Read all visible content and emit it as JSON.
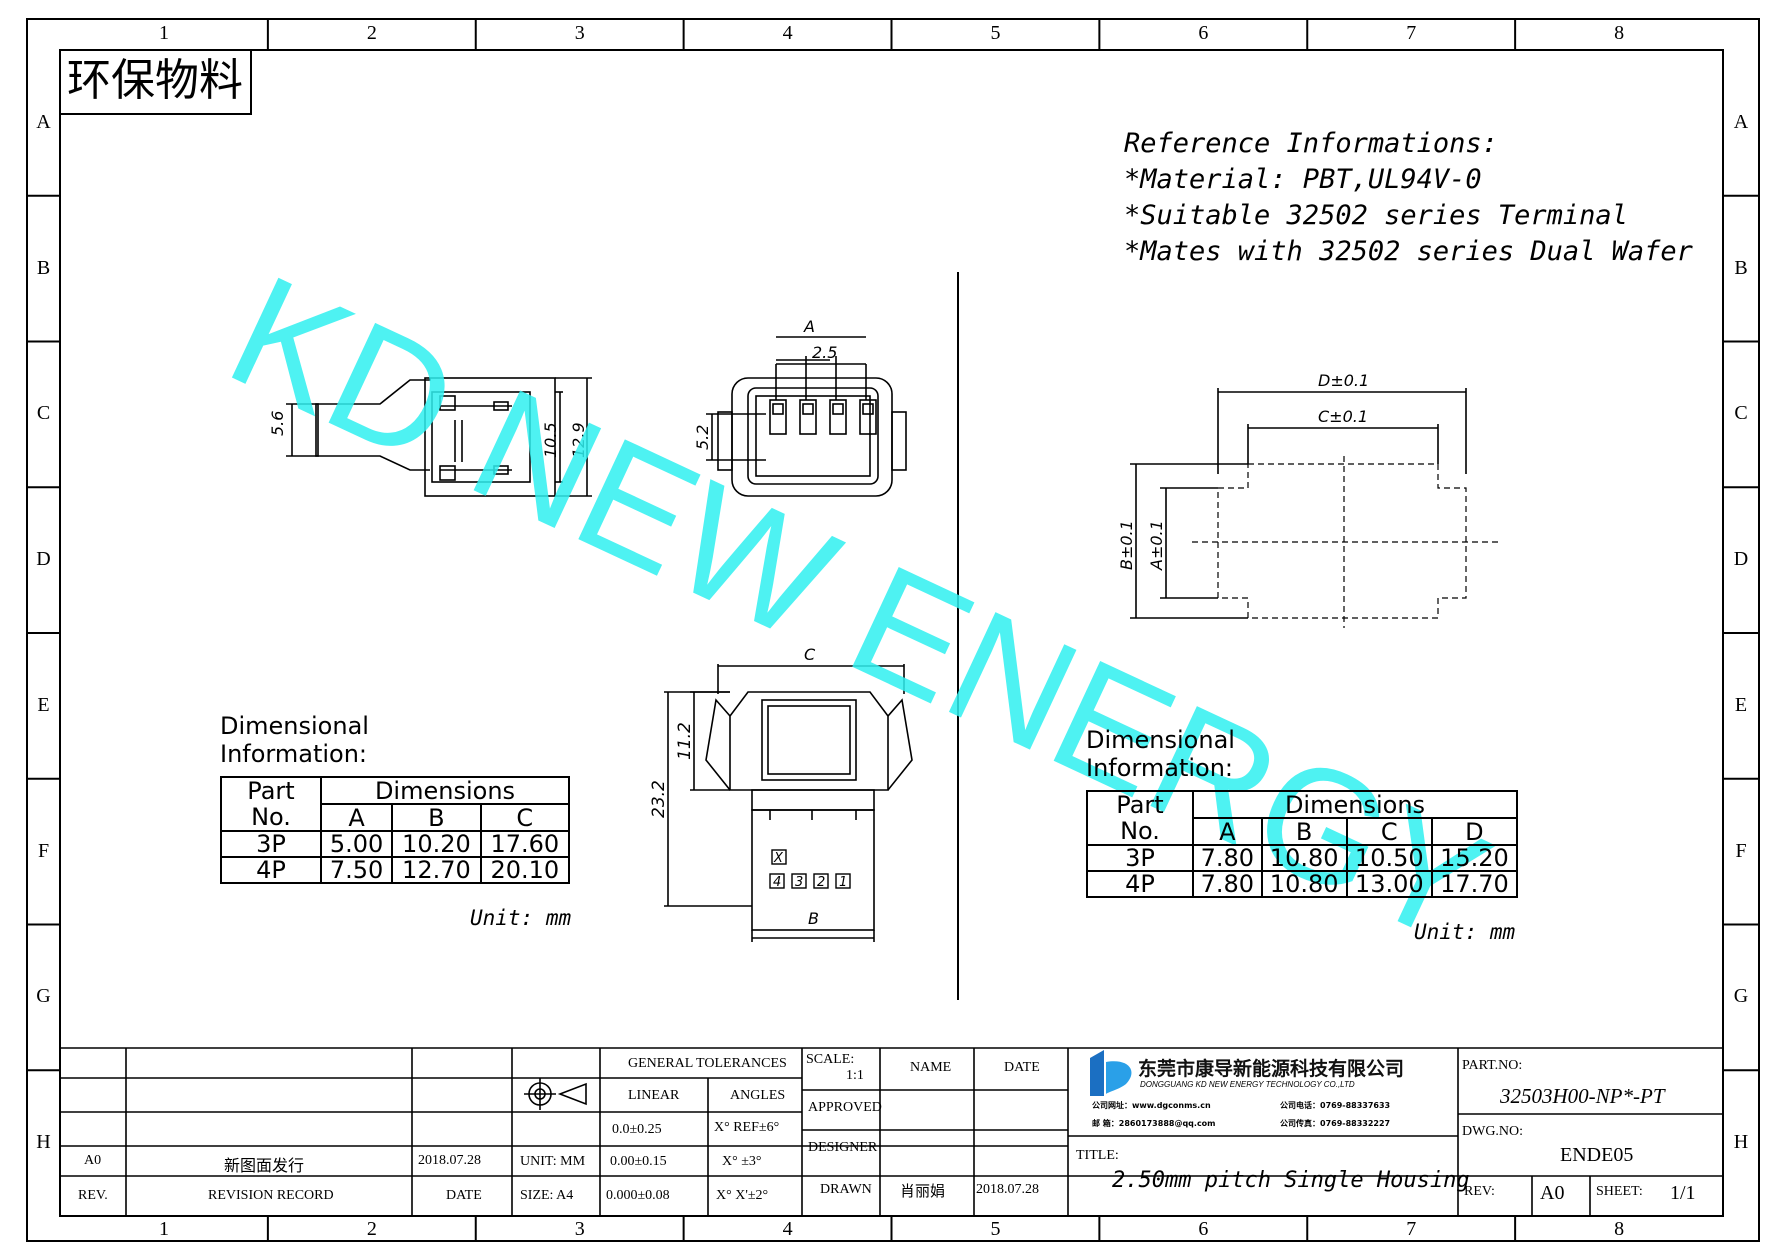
{
  "border": {
    "columns": [
      "1",
      "2",
      "3",
      "4",
      "5",
      "6",
      "7",
      "8"
    ],
    "rows": [
      "A",
      "B",
      "C",
      "D",
      "E",
      "F",
      "G",
      "H"
    ]
  },
  "eco_label": "环保物料",
  "watermark": "KD NEW ENERGY",
  "reference": {
    "title": "Reference Informations:",
    "lines": [
      "*Material: PBT,UL94V-0",
      "*Suitable 32502 series Terminal",
      "*Mates with 32502 series Dual Wafer"
    ]
  },
  "dims_left": {
    "5.6": "5.6",
    "10.5": "10.5",
    "12.9": "12.9",
    "A": "A",
    "2.5": "2.5",
    "5.2": "5.2",
    "C": "C",
    "11.2": "11.2",
    "23.2": "23.2",
    "B": "B",
    "X": "X",
    "pins": [
      "4",
      "3",
      "2",
      "1"
    ]
  },
  "dims_right": {
    "D": "D±0.1",
    "C": "C±0.1",
    "B": "B±0.1",
    "A": "A±0.1"
  },
  "table_left": {
    "heading": [
      "Dimensional",
      "Information:"
    ],
    "part_header": [
      "Part",
      "No."
    ],
    "dims_header": "Dimensions",
    "columns": [
      "A",
      "B",
      "C"
    ],
    "rows": [
      {
        "part": "3P",
        "values": [
          "5.00",
          "10.20",
          "17.60"
        ]
      },
      {
        "part": "4P",
        "values": [
          "7.50",
          "12.70",
          "20.10"
        ]
      }
    ],
    "unit": "Unit: mm"
  },
  "table_right": {
    "heading": [
      "Dimensional",
      "Information:"
    ],
    "part_header": [
      "Part",
      "No."
    ],
    "dims_header": "Dimensions",
    "columns": [
      "A",
      "B",
      "C",
      "D"
    ],
    "rows": [
      {
        "part": "3P",
        "values": [
          "7.80",
          "10.80",
          "10.50",
          "15.20"
        ]
      },
      {
        "part": "4P",
        "values": [
          "7.80",
          "10.80",
          "13.00",
          "17.70"
        ]
      }
    ],
    "unit": "Unit: mm"
  },
  "title_block": {
    "rev_row": {
      "rev": "A0",
      "record": "新图面发行",
      "date": "2018.07.28"
    },
    "rev_header": {
      "rev": "REV.",
      "record": "REVISION RECORD",
      "date": "DATE"
    },
    "unit": "UNIT: MM",
    "size": "SIZE: A4",
    "general_tolerances": "GENERAL TOLERANCES",
    "linear": "LINEAR",
    "angles": "ANGLES",
    "tol_linear": [
      "0.0±0.25",
      "0.00±0.15",
      "0.000±0.08"
    ],
    "tol_angles": [
      "X° REF±6°",
      "X° ±3°",
      "X° X'±2°"
    ],
    "scale_label": "SCALE:",
    "scale_value": "1:1",
    "name_label": "NAME",
    "date_label": "DATE",
    "approved": "APPROVED",
    "designer": "DESIGNER",
    "drawn": "DRAWN",
    "drawn_name": "肖丽娟",
    "drawn_date": "2018.07.28",
    "company_cn": "东莞市康导新能源科技有限公司",
    "company_en": "DONGGUANG KD NEW ENERGY TECHNOLOGY CO.,LTD",
    "company_web": "公司网址：www.dgconms.cn",
    "company_phone": "公司电话：0769-88337633",
    "company_mail": "邮    箱：2860173888@qq.com",
    "company_fax": "公司传真：0769-88332227",
    "title_label": "TITLE:",
    "title": "2.50mm pitch Single Housing",
    "part_no_label": "PART.NO:",
    "part_no": "32503H00-NP*-PT",
    "dwg_no_label": "DWG.NO:",
    "dwg_no": "ENDE05",
    "rev_label": "REV:",
    "rev_value": "A0",
    "sheet_label": "SHEET:",
    "sheet_value": "1/1"
  }
}
